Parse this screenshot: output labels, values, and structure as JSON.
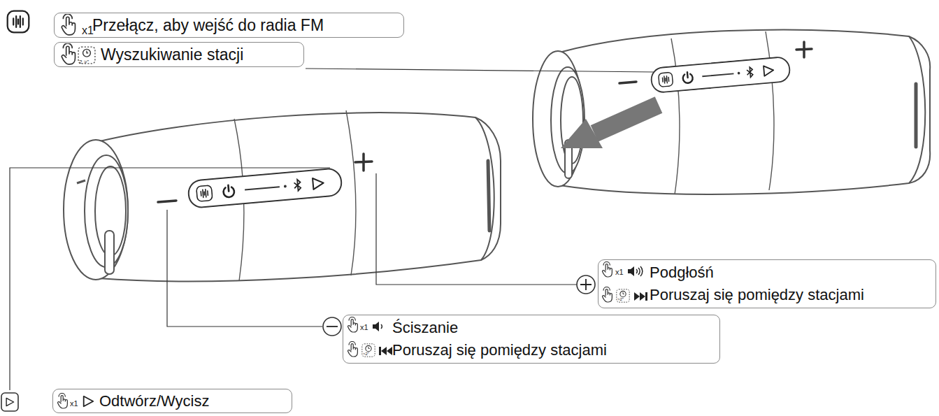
{
  "diagram": {
    "nodes": [
      {
        "text": [
          "Przełącz, aby wejść do radia FM"
        ]
      },
      {
        "text": [
          "Wyszukiwanie stacji"
        ]
      },
      {
        "text": [
          "Podgłośń",
          "Poruszaj się pomiędzy stacjami"
        ]
      },
      {
        "text": [
          "Ściszanie",
          "Poruszaj się pomiędzy stacjami"
        ]
      },
      {
        "text": [
          "Odtwórz/Wycisz"
        ]
      }
    ],
    "labels": [
      "x1",
      "2 >\"",
      "x1",
      ">2\"",
      "x1",
      ">2\"",
      "x1"
    ]
  }
}
